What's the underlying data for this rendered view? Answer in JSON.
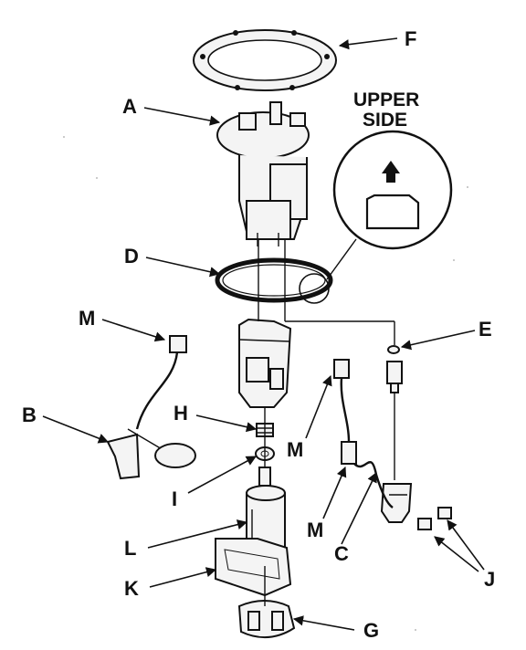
{
  "callouts": {
    "A": "A",
    "B": "B",
    "C": "C",
    "D": "D",
    "E": "E",
    "F": "F",
    "G": "G",
    "H": "H",
    "I": "I",
    "J": "J",
    "K": "K",
    "L": "L",
    "M1": "M",
    "M2": "M",
    "M3": "M"
  },
  "detail_note": {
    "line1": "UPPER",
    "line2": "SIDE"
  },
  "colors": {
    "ink": "#111111",
    "part_fill": "#f4f4f4",
    "background": "#ffffff"
  }
}
